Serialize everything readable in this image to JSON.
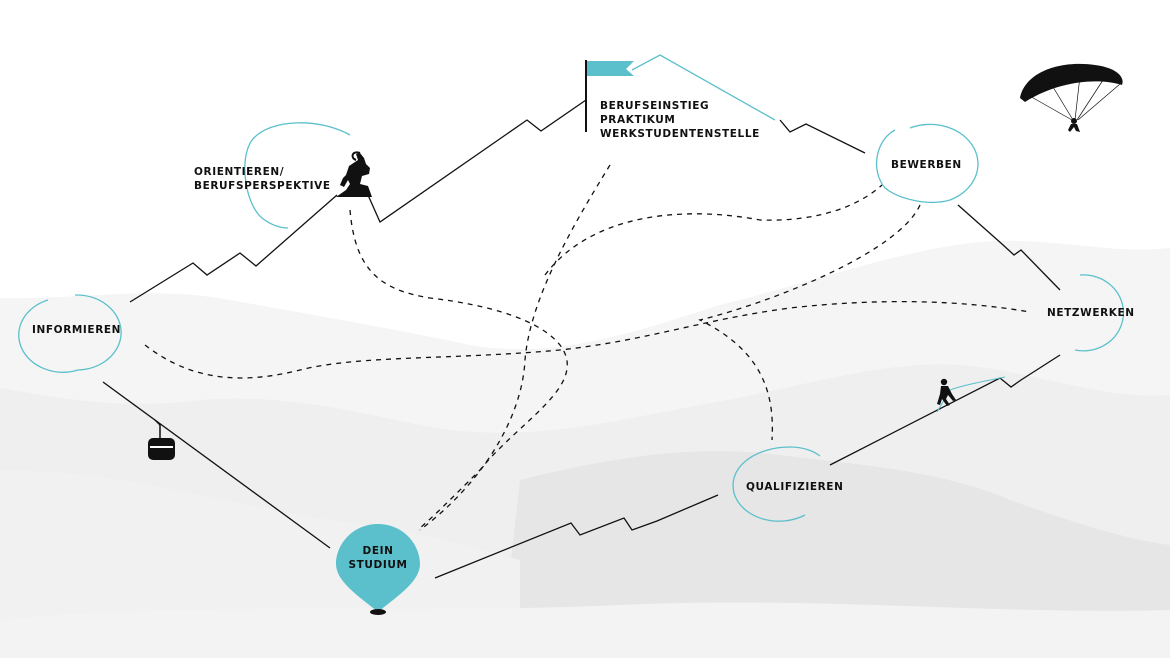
{
  "stations": {
    "informieren": "INFORMIEREN",
    "orientieren": [
      "ORIENTIEREN/",
      "BERUFSPERSPEKTIVE"
    ],
    "berufseinstieg": [
      "BERUFSEINSTIEG",
      "PRAKTIKUM",
      "WERKSTUDENTENSTELLE"
    ],
    "bewerben": "BEWERBEN",
    "netzwerken": "NETZWERKEN",
    "qualifizieren": "QUALIFIZIEREN",
    "studium": [
      "DEIN",
      "STUDIUM"
    ]
  },
  "colors": {
    "accent": "#5bc0cc",
    "ink": "#111111",
    "hill_light": "#f4f4f4",
    "hill_mid": "#ececec",
    "hill_dark": "#e3e3e3"
  },
  "icons": {
    "gondola": "cable-car-icon",
    "ibex": "ibex-icon",
    "flag": "summit-flag-icon",
    "paraglider": "paraglider-icon",
    "climber": "climber-icon",
    "pin": "location-pin-icon"
  }
}
